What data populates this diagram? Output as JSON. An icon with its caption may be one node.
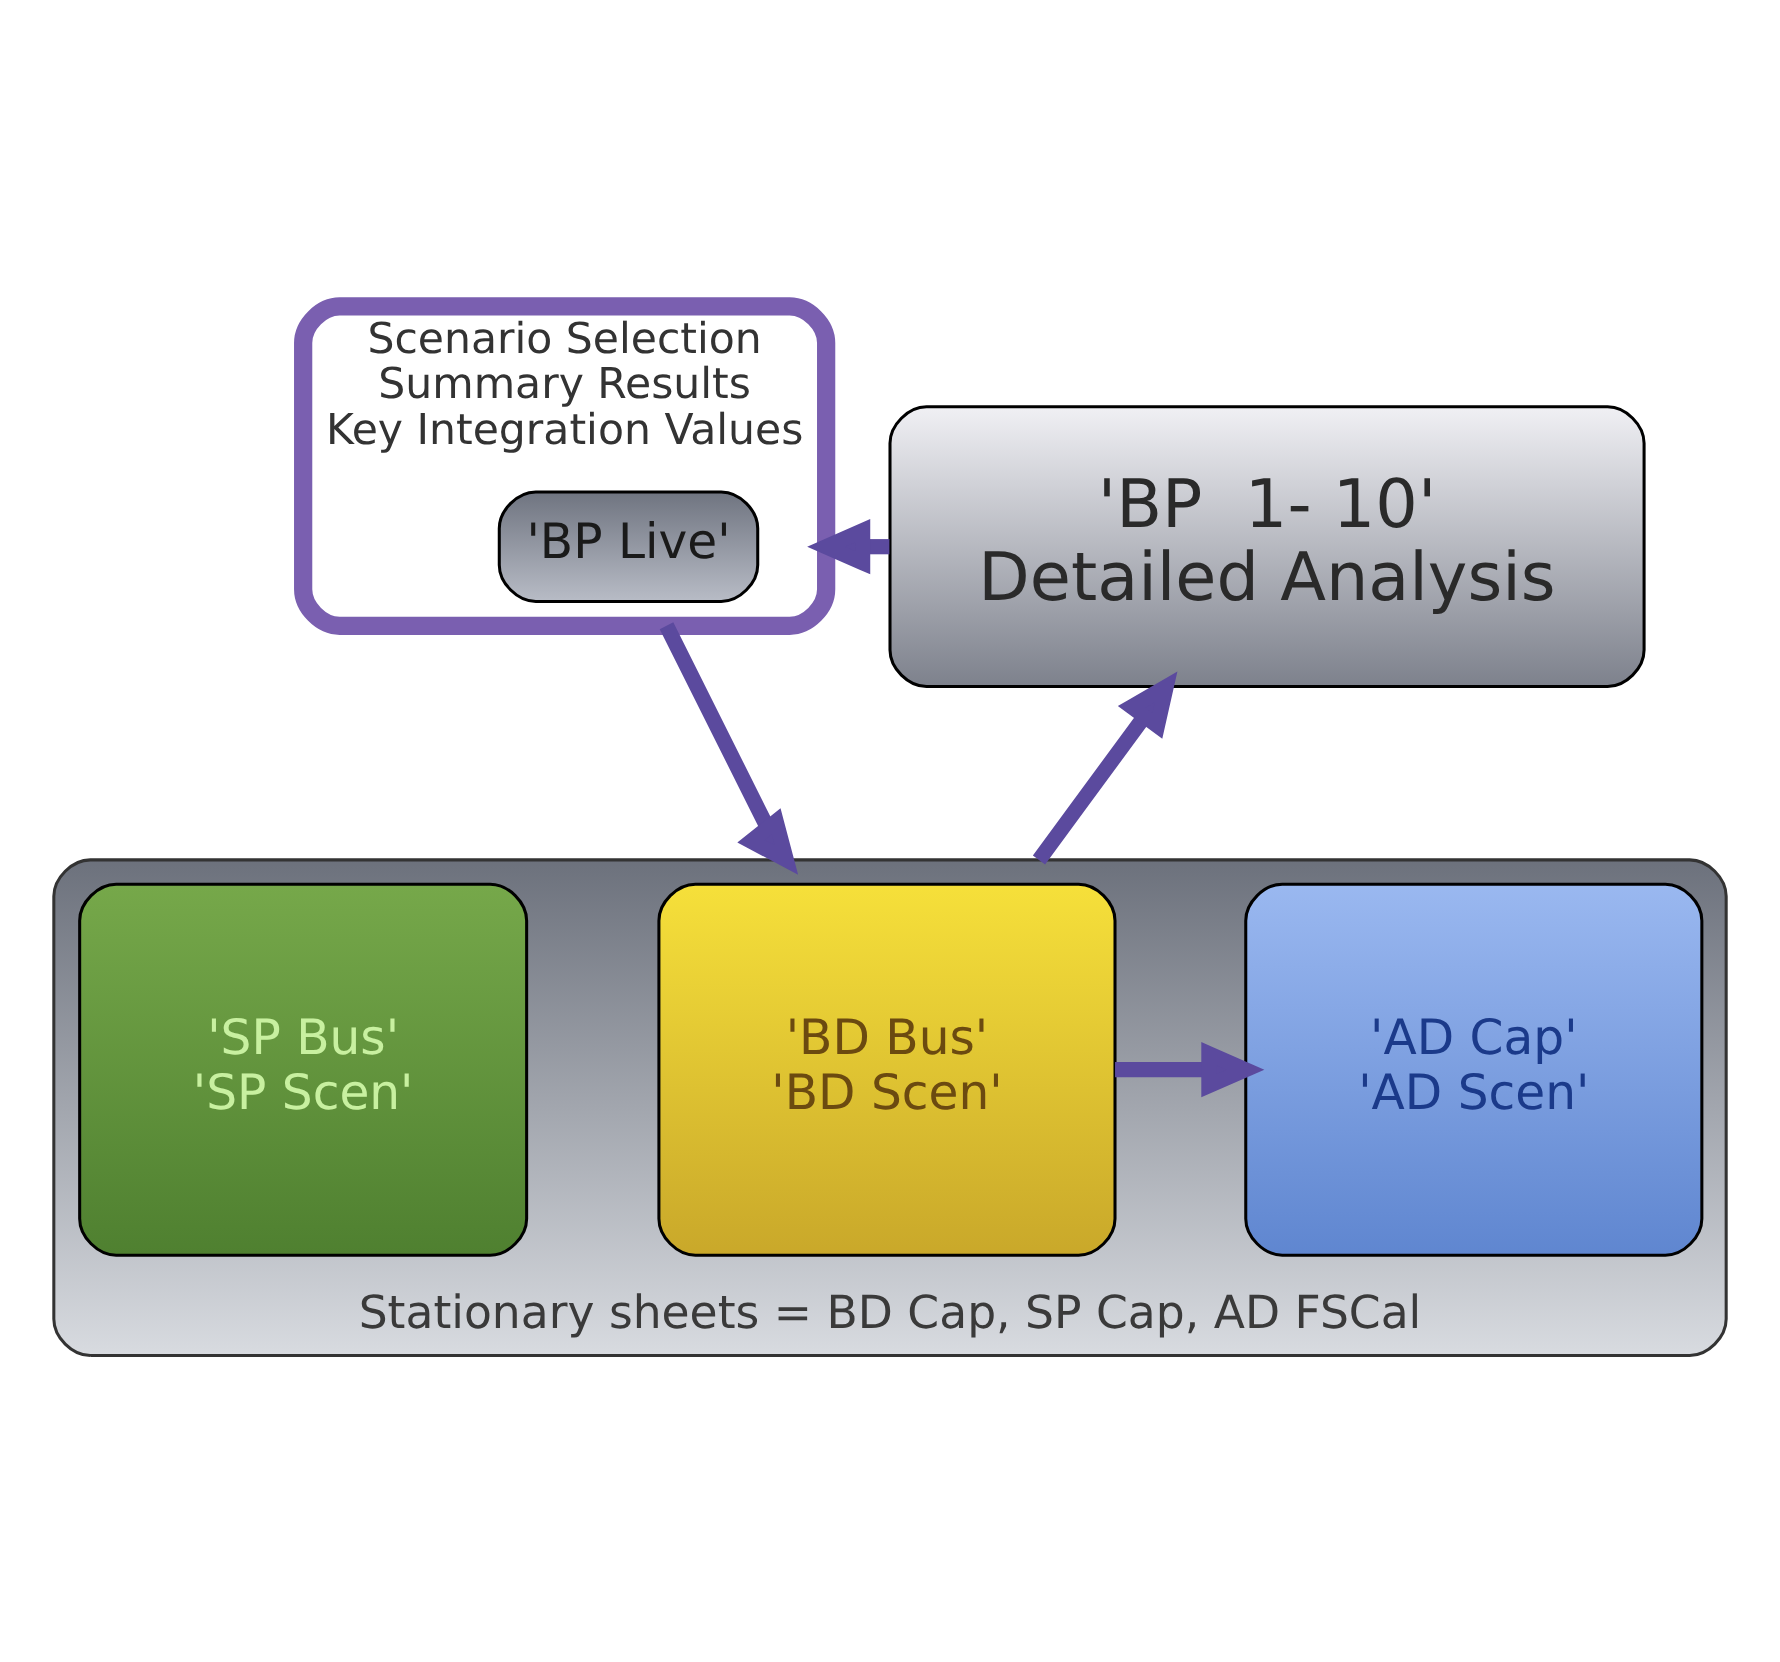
{
  "diagram": {
    "nodes": [
      {
        "text": [
          "Scenario Selection",
          "Summary Results",
          "Key Integration Values"
        ]
      },
      {
        "text": [
          "'BP Live'"
        ],
        "in": 0
      },
      {
        "text": [
          "'BP  1- 10'",
          "Detailed Analysis"
        ]
      },
      {
        "text": [
          "Stationary sheets = BD Cap, SP Cap, AD FSCal"
        ]
      },
      {
        "text": [
          "'BD Bus'",
          "'BD Scen'"
        ],
        "in": 3
      },
      {
        "text": [
          "'SP Bus'",
          "'SP Scen'"
        ],
        "in": 3
      },
      {
        "text": [
          "'AD Cap'",
          "'AD Scen'"
        ],
        "in": 3
      }
    ],
    "edges": [
      {
        "from": 2,
        "to": 0,
        "arrow": "to"
      },
      {
        "from": 0,
        "to": 3,
        "arrow": "to"
      },
      {
        "from": 3,
        "to": 2,
        "arrow": "to"
      },
      {
        "from": 4,
        "to": 6,
        "arrow": "to"
      }
    ]
  }
}
